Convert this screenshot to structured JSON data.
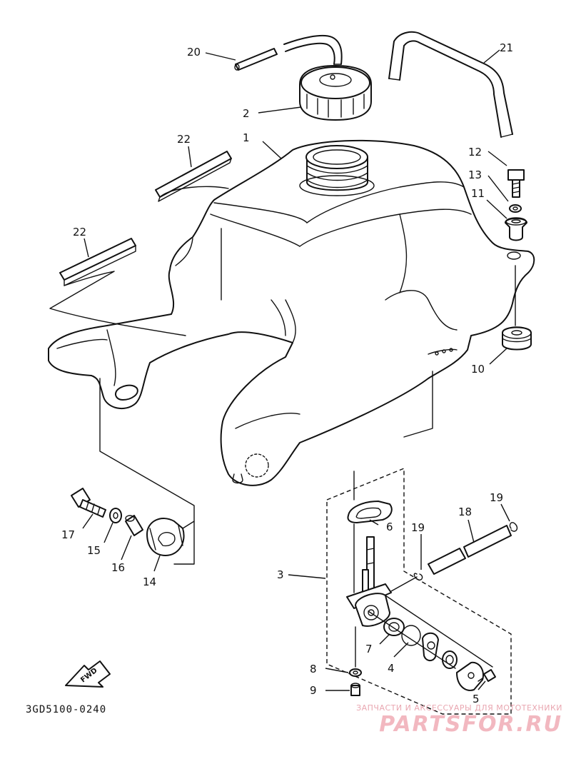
{
  "diagram": {
    "code": "3GD5100-0240",
    "fwd_label": "FWD",
    "callouts": [
      {
        "id": "1",
        "label": "1"
      },
      {
        "id": "2",
        "label": "2"
      },
      {
        "id": "3",
        "label": "3"
      },
      {
        "id": "4",
        "label": "4"
      },
      {
        "id": "5",
        "label": "5"
      },
      {
        "id": "6",
        "label": "6"
      },
      {
        "id": "7",
        "label": "7"
      },
      {
        "id": "8",
        "label": "8"
      },
      {
        "id": "9",
        "label": "9"
      },
      {
        "id": "10",
        "label": "10"
      },
      {
        "id": "11",
        "label": "11"
      },
      {
        "id": "12",
        "label": "12"
      },
      {
        "id": "13",
        "label": "13"
      },
      {
        "id": "14",
        "label": "14"
      },
      {
        "id": "15",
        "label": "15"
      },
      {
        "id": "16",
        "label": "16"
      },
      {
        "id": "17",
        "label": "17"
      },
      {
        "id": "18",
        "label": "18"
      },
      {
        "id": "19a",
        "label": "19"
      },
      {
        "id": "19b",
        "label": "19"
      },
      {
        "id": "20",
        "label": "20"
      },
      {
        "id": "21",
        "label": "21"
      },
      {
        "id": "22a",
        "label": "22"
      },
      {
        "id": "22b",
        "label": "22"
      }
    ]
  },
  "watermark": {
    "line1": "ЗАПЧАСТИ И АКСЕССУАРЫ ДЛЯ МОТОТЕХНИКИ",
    "line2": "PARTSFOR.RU"
  }
}
